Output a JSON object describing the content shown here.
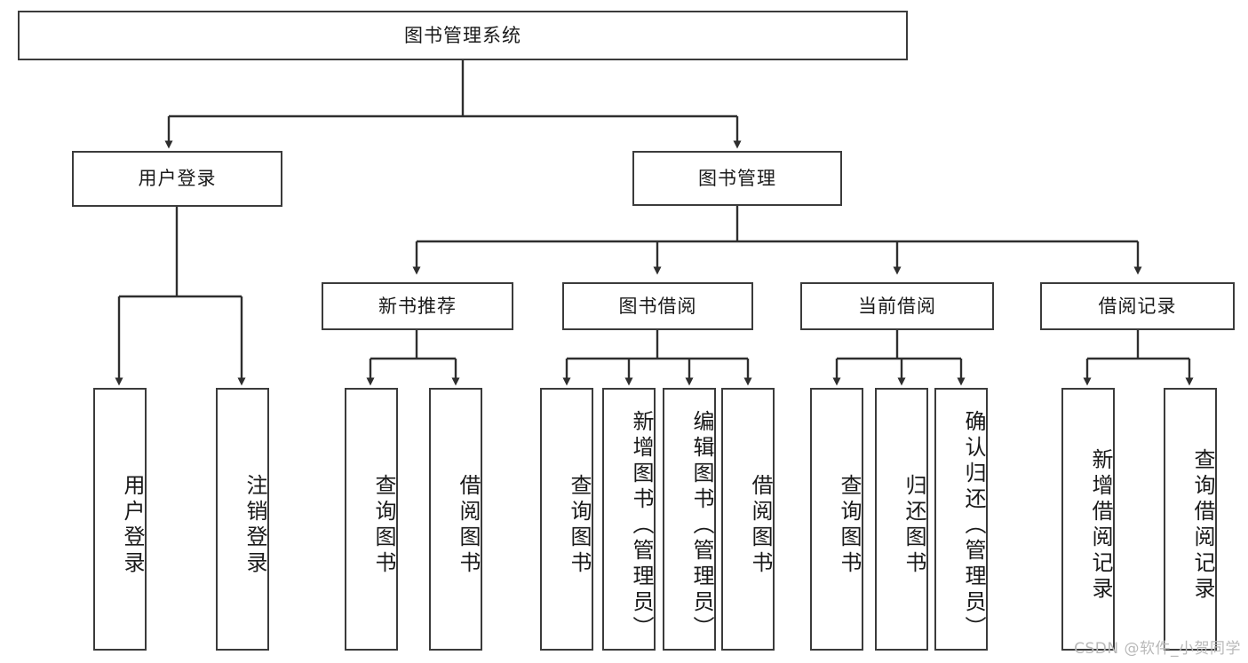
{
  "diagram": {
    "type": "tree",
    "title_node": {
      "label": "图书管理系统"
    },
    "level2": [
      {
        "label": "用户登录"
      },
      {
        "label": "图书管理"
      }
    ],
    "level3": [
      {
        "label": "新书推荐"
      },
      {
        "label": "图书借阅"
      },
      {
        "label": "当前借阅"
      },
      {
        "label": "借阅记录"
      }
    ],
    "leaves": {
      "user_login": [
        {
          "label": "用户登录"
        },
        {
          "label": "注销登录"
        }
      ],
      "new_book_recommend": [
        {
          "label": "查询图书"
        },
        {
          "label": "借阅图书"
        }
      ],
      "book_borrow": [
        {
          "label": "查询图书"
        },
        {
          "label": "新增图书（管理员）"
        },
        {
          "label": "编辑图书（管理员）"
        },
        {
          "label": "借阅图书"
        }
      ],
      "current_borrow": [
        {
          "label": "查询图书"
        },
        {
          "label": "归还图书"
        },
        {
          "label": "确认归还（管理员）"
        }
      ],
      "borrow_record": [
        {
          "label": "新增借阅记录"
        },
        {
          "label": "查询借阅记录"
        }
      ]
    },
    "watermark": "CSDN @软件_小贺同学",
    "colors": {
      "border": "#3b3b3b",
      "text": "#1a1a1a",
      "background": "#ffffff",
      "watermark": "#b9b9b9"
    }
  }
}
